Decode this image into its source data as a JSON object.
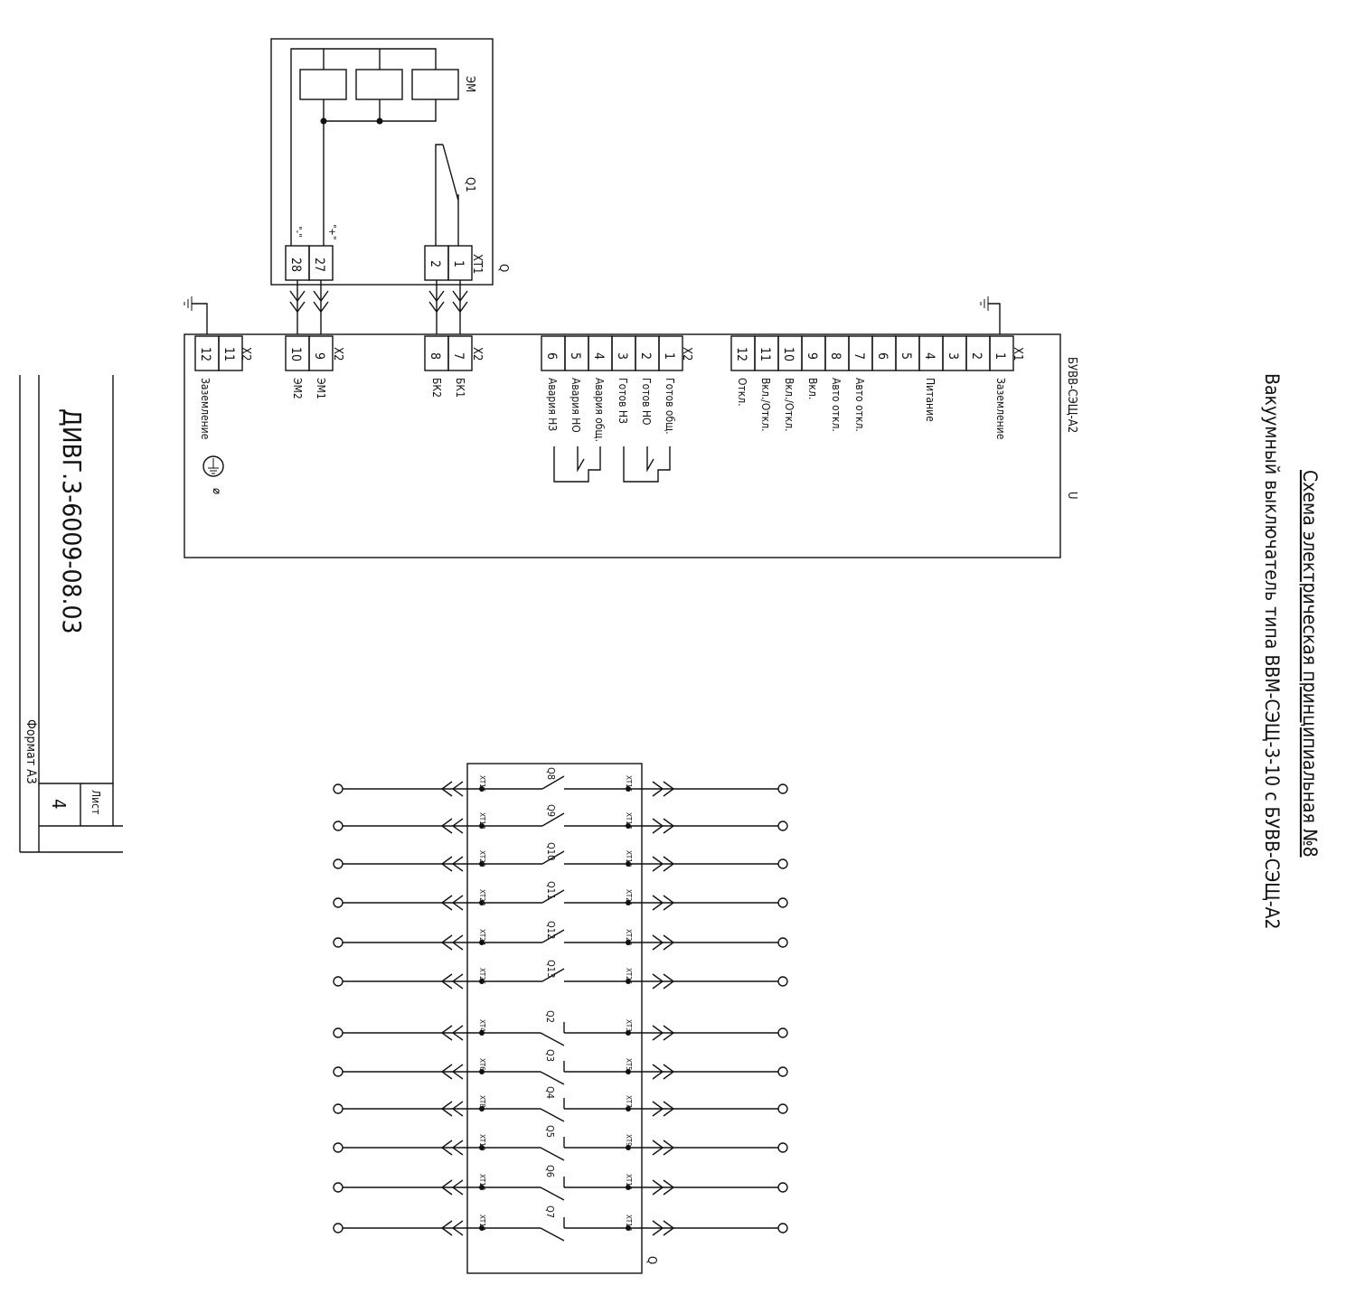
{
  "title": {
    "heading": "Схема электрическая принципиальная №8",
    "subtitle": "Вакуумный выключатель типа ВВМ-СЭЩ-3-10 с БУВВ-СЭЩ-А2"
  },
  "stamp": {
    "doc_code": "ДИВГ.3-6009-08.03",
    "sheet_label": "Лист",
    "sheet_number": "4",
    "format": "Формат А3"
  },
  "breaker": {
    "designation": "Q",
    "em_label": "ЭМ",
    "switch_label": "Q1",
    "connector_xt1": "XT1",
    "xt1_pins": [
      "1",
      "2"
    ],
    "em_pins": [
      "27",
      "28"
    ],
    "polarity_plus": "\"+\"",
    "polarity_minus": "\"-\""
  },
  "unit": {
    "name": "БУВВ-СЭЩ-А2",
    "designation": "U",
    "x1": {
      "connector": "X1",
      "pins": [
        "1",
        "2",
        "3",
        "4",
        "5",
        "6",
        "7",
        "8",
        "9",
        "10",
        "11",
        "12"
      ],
      "signals": {
        "1": "Заземление",
        "4": "Питание",
        "7": "Авто откл.",
        "8": "Авто откл.",
        "9": "Вкл.",
        "10": "Вкл./Откл.",
        "11": "Вкл./Откл.",
        "12": "Откл."
      }
    },
    "x2_status": {
      "connector": "X2",
      "pins": [
        "1",
        "2",
        "3",
        "4",
        "5",
        "6"
      ],
      "signals": [
        "Готов общ.",
        "Готов НО",
        "Готов НЗ",
        "Авария общ.",
        "Авария НО",
        "Авария НЗ"
      ]
    },
    "x2_bk": {
      "connector": "X2",
      "pins": [
        "7",
        "8"
      ],
      "signals": [
        "БК1",
        "БК2"
      ]
    },
    "x2_em": {
      "connector": "X2",
      "pins": [
        "9",
        "10"
      ],
      "signals": [
        "ЭМ1",
        "ЭМ2"
      ]
    },
    "x2_ground": {
      "connector": "X2",
      "pins": [
        "11",
        "12"
      ],
      "signal": "Заземление",
      "mark": "⌀"
    }
  },
  "aux_contacts": {
    "designation": "Q",
    "rows": [
      {
        "name": "Q8",
        "left": "XT16",
        "right": "XT15",
        "type": "NO"
      },
      {
        "name": "Q9",
        "left": "XT18",
        "right": "XT17",
        "type": "NO"
      },
      {
        "name": "Q10",
        "left": "XT20",
        "right": "XT19",
        "type": "NO"
      },
      {
        "name": "Q11",
        "left": "XT22",
        "right": "XT21",
        "type": "NO"
      },
      {
        "name": "Q12",
        "left": "XT24",
        "right": "XT23",
        "type": "NO"
      },
      {
        "name": "Q13",
        "left": "XT26",
        "right": "XT25",
        "type": "NO"
      },
      {
        "name": "Q2",
        "left": "XT4",
        "right": "XT3",
        "type": "NC"
      },
      {
        "name": "Q3",
        "left": "XT6",
        "right": "XT5",
        "type": "NC"
      },
      {
        "name": "Q4",
        "left": "XT8",
        "right": "XT7",
        "type": "NC"
      },
      {
        "name": "Q5",
        "left": "XT10",
        "right": "XT9",
        "type": "NC"
      },
      {
        "name": "Q6",
        "left": "XT12",
        "right": "XT11",
        "type": "NC"
      },
      {
        "name": "Q7",
        "left": "XT14",
        "right": "XT13",
        "type": "NC"
      }
    ]
  }
}
